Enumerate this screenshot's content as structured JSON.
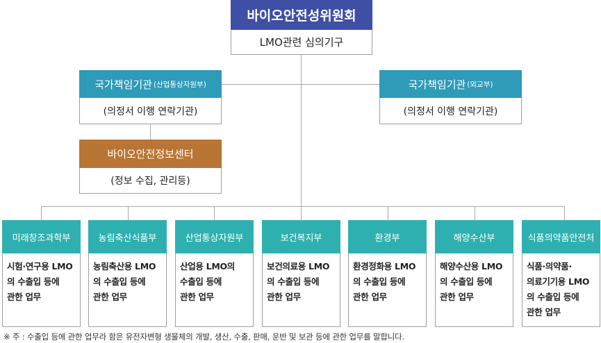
{
  "top": {
    "title": "바이오안전성위원회",
    "subtitle": "LMO관련 심의기구"
  },
  "left_agency": {
    "title": "국가책임기관",
    "title_note": "(산업통상자원부)",
    "subtitle": "(의정서 이행 연락기관)"
  },
  "right_agency": {
    "title": "국가책임기관",
    "title_note": "(외교부)",
    "subtitle": "(의정서 이행 연락기관)"
  },
  "bic": {
    "title": "바이오안전정보센터",
    "subtitle": "(정보 수집, 관리등)"
  },
  "ministries": [
    {
      "name": "미래창조과학부",
      "duty": "시험·연구용 LMO\n의 수출입 등에\n관한 업무"
    },
    {
      "name": "농림축산식품부",
      "duty": "농림축산용 LMO\n의 수출입 등에\n관한 업무"
    },
    {
      "name": "산업통상자원부",
      "duty": "산업용 LMO의\n수출입 등에\n관한 업무"
    },
    {
      "name": "보건복지부",
      "duty": "보건의료용 LMO\n의 수출입 등에\n관한 업무"
    },
    {
      "name": "환경부",
      "duty": "환경정화용 LMO\n의 수출입 등에\n관한 업무"
    },
    {
      "name": "해양수산부",
      "duty": "해양수산용 LMO\n의 수출입 등에\n관한 업무"
    },
    {
      "name": "식품의약품안전처",
      "duty": "식품·의약품·\n의료기기용 LMO\n의 수출입 등에\n관한 업무"
    }
  ],
  "footnote": "※ 주 : 수출입 등에 관한 업무라 함은 유전자변형 생물체의 개발, 생산, 수출, 판매, 운반 및 보관 등에 관한 업무를 말합니다."
}
